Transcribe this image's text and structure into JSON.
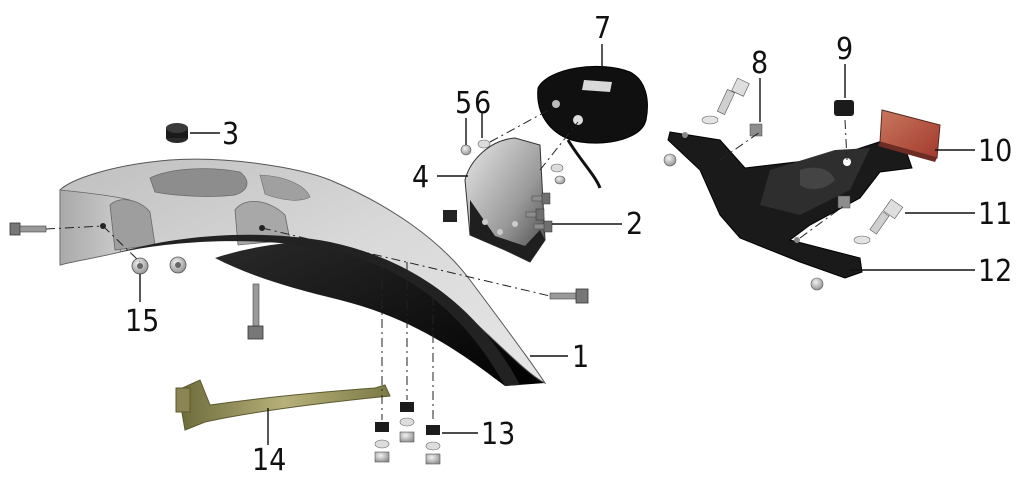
{
  "callouts": {
    "c1": "1",
    "c2": "2",
    "c3": "3",
    "c4": "4",
    "c5": "5",
    "c6": "6",
    "c7": "7",
    "c8": "8",
    "c9": "9",
    "c10": "10",
    "c11": "11",
    "c12": "12",
    "c13": "13",
    "c14": "14",
    "c15": "15"
  },
  "colors": {
    "fender_light": "#d3d3d3",
    "fender_dark": "#1b1b1b",
    "bracket_black": "#1a1a1a",
    "stay_brass": "#8a8552",
    "reflector_red": "#b24a3c",
    "hardware_silver": "#c8c8c8"
  }
}
